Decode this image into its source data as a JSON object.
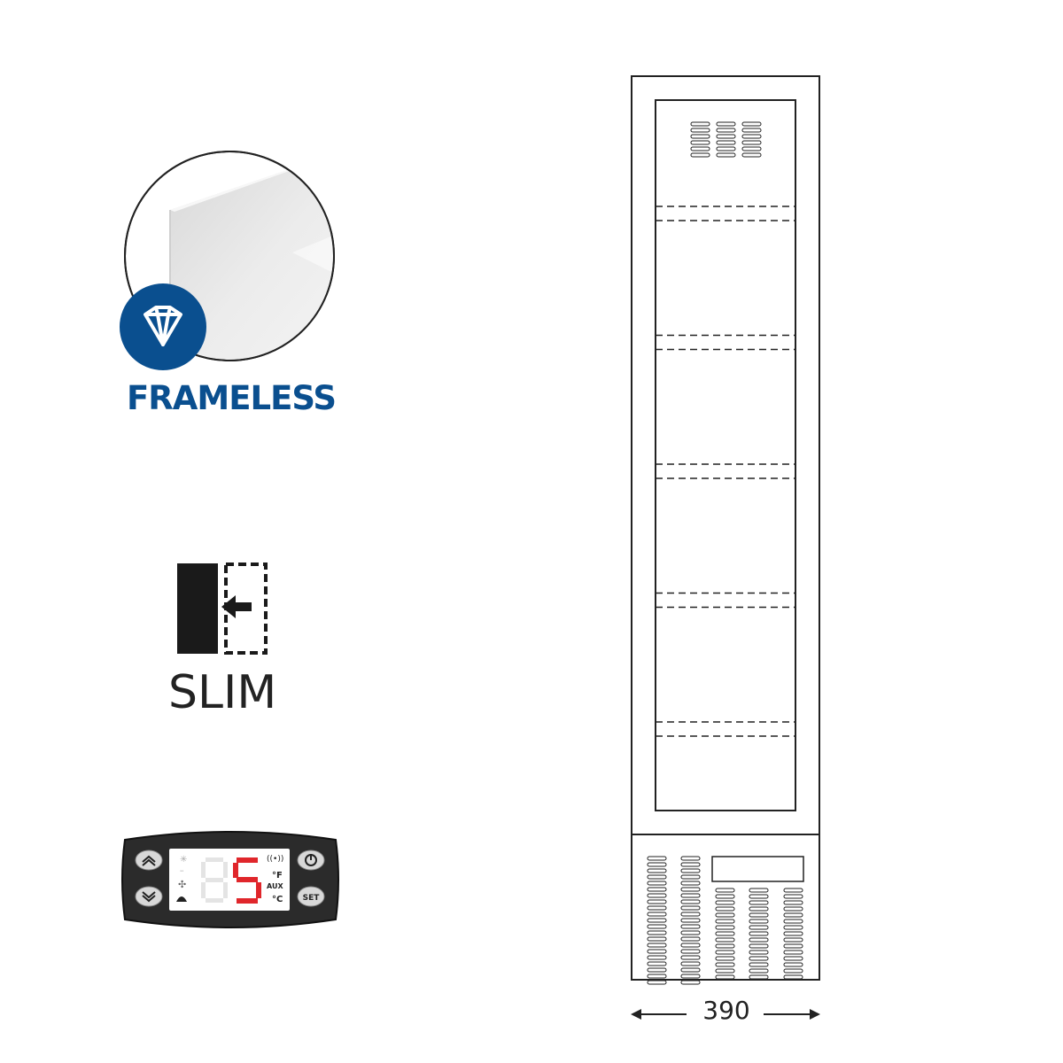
{
  "features": {
    "frameless": {
      "label": "FRAMELESS",
      "icon": "diamond-icon",
      "accent_color": "#0a4f8f"
    },
    "slim": {
      "label": "SLIM",
      "icon": "slim-compress-icon"
    }
  },
  "controller": {
    "display_value": "5",
    "display_color": "#e0262b",
    "unit_f": "°F",
    "unit_c": "°C",
    "aux_label": "AUX",
    "set_label": "SET",
    "icons": [
      "up-arrow-icon",
      "down-arrow-icon",
      "power-icon",
      "snowflake-icon",
      "defrost-icon",
      "fan-icon",
      "alarm-icon",
      "signal-icon"
    ]
  },
  "cabinet": {
    "shelf_count": 5,
    "width_dimension": "390"
  }
}
